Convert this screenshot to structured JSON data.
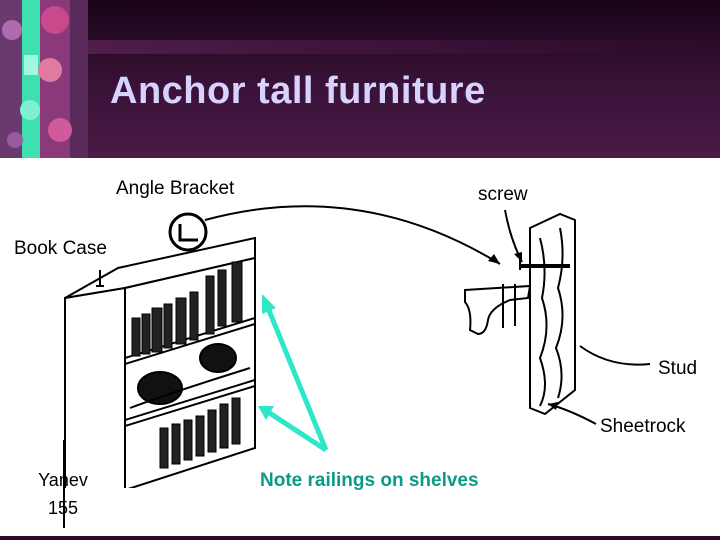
{
  "slide": {
    "title": "Anchor tall furniture",
    "author": "Yanev",
    "page_number": "155",
    "note": "Note railings on shelves"
  },
  "diagram": {
    "labels": {
      "angle_bracket": "Angle Bracket",
      "book_case": "Book Case",
      "screw": "screw",
      "stud": "Stud",
      "sheetrock": "Sheetrock"
    }
  },
  "colors": {
    "title": "#d8d2ff",
    "header_bg": "#2b0a2c",
    "note": "#0a9b88",
    "arrow": "#2ee6c8"
  }
}
